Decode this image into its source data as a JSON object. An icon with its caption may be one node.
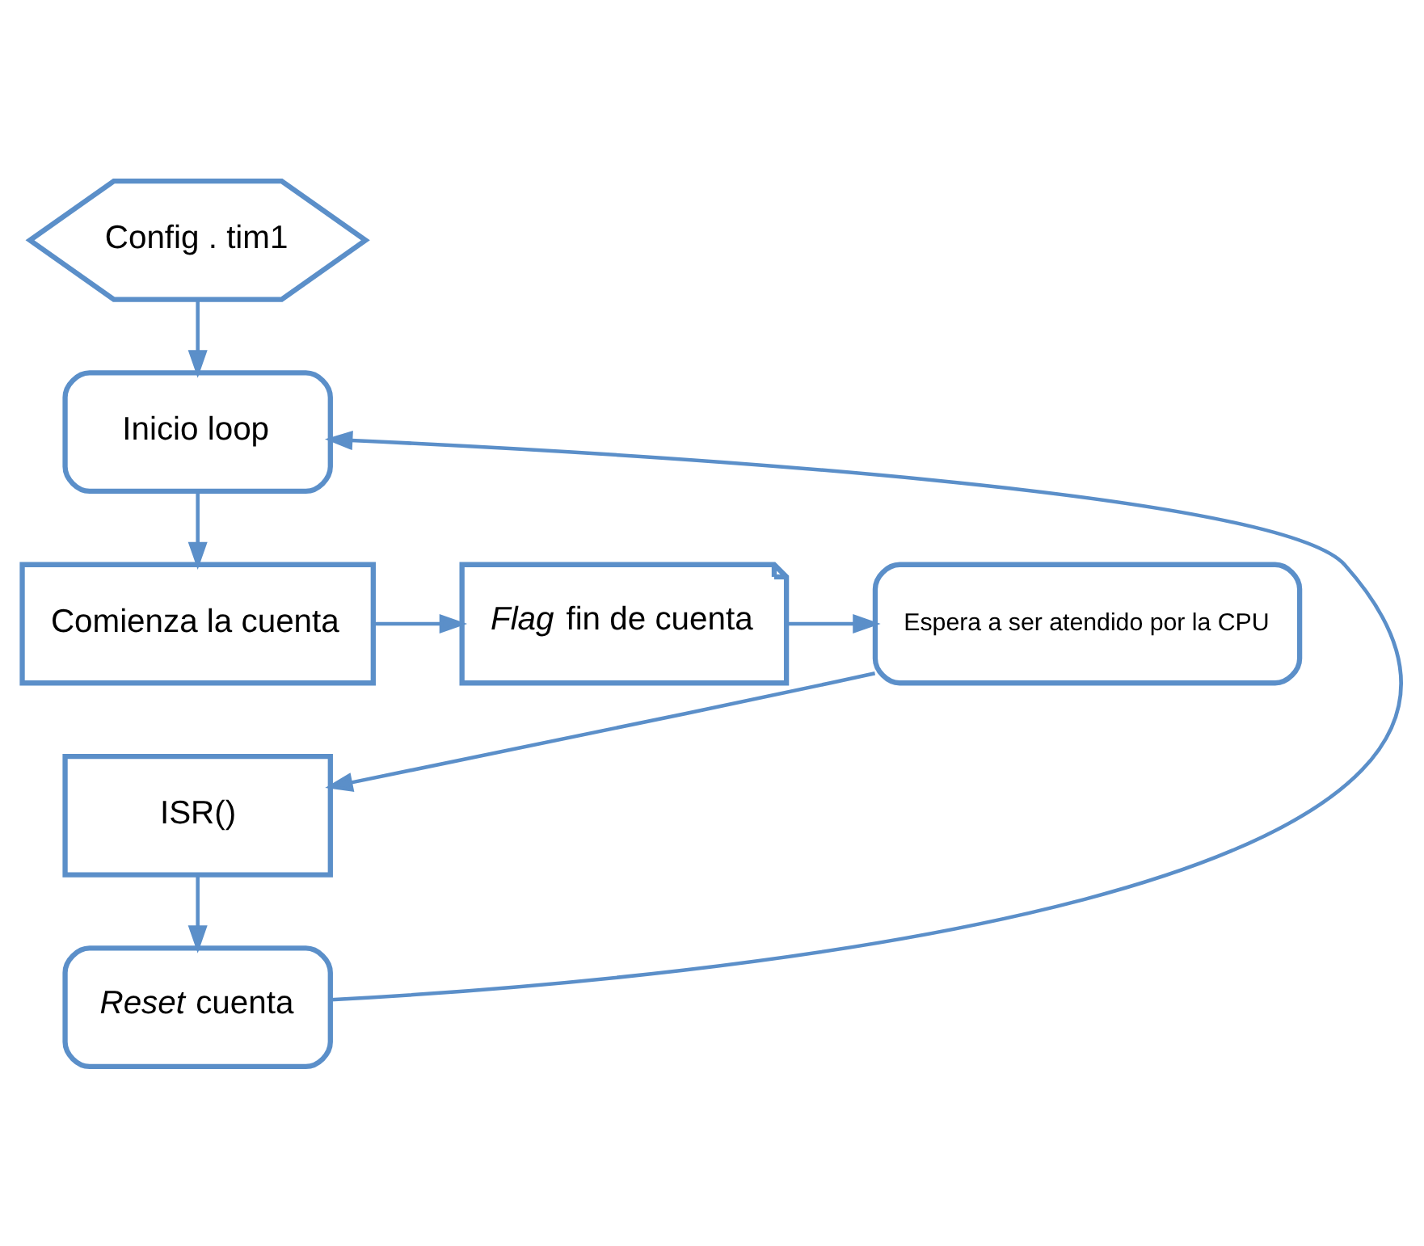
{
  "diagram": {
    "nodes": [
      {
        "text": [
          "Config . tim1"
        ]
      },
      {
        "text": [
          "Inicio loop"
        ]
      },
      {
        "text": [
          "Comienza la cuenta"
        ]
      },
      {
        "text": [
          "*Flag* fin de cuenta"
        ]
      },
      {
        "text": [
          "Espera a ser atendido por la CPU"
        ]
      },
      {
        "text": [
          "ISR()"
        ]
      },
      {
        "text": [
          "*Reset* cuenta"
        ]
      }
    ],
    "edges": [
      {
        "from": 0,
        "to": 1,
        "arrow": "to"
      },
      {
        "from": 1,
        "to": 2,
        "arrow": "to"
      },
      {
        "from": 2,
        "to": 3,
        "arrow": "to"
      },
      {
        "from": 3,
        "to": 4,
        "arrow": "to"
      },
      {
        "from": 4,
        "to": 5,
        "arrow": "to"
      },
      {
        "from": 5,
        "to": 6,
        "arrow": "to"
      },
      {
        "from": 6,
        "to": 1,
        "arrow": "to"
      }
    ]
  }
}
